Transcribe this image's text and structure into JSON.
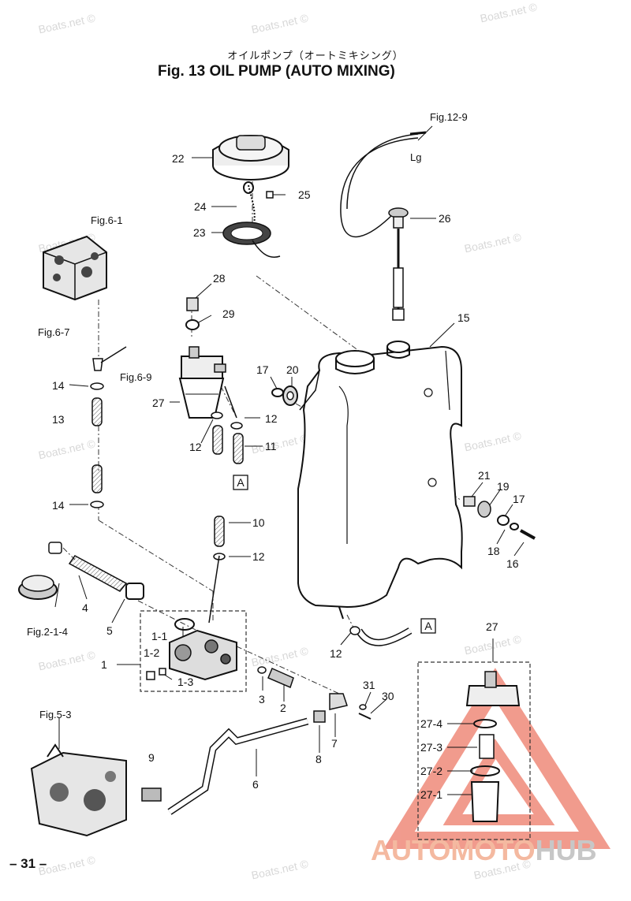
{
  "title_jp": "オイルポンプ（オートミキシング）",
  "title_en": "Fig. 13    OIL PUMP   (AUTO MIXING)",
  "page_number": "– 31 –",
  "watermark": "Boats.net ©",
  "brand": {
    "part1": "AUTOMOTO",
    "part2": "HUB"
  },
  "refs": {
    "fig12_9": "Fig.12-9",
    "lg": "Lg",
    "fig6_1": "Fig.6-1",
    "fig6_7": "Fig.6-7",
    "fig6_9": "Fig.6-9",
    "fig2_1_4": "Fig.2-1-4",
    "fig5_3": "Fig.5-3",
    "boxA": "A"
  },
  "callouts": {
    "c22": "22",
    "c25": "25",
    "c24": "24",
    "c23": "23",
    "c26": "26",
    "c28": "28",
    "c29": "29",
    "c15": "15",
    "c17a": "17",
    "c20": "20",
    "c14a": "14",
    "c13": "13",
    "c27a": "27",
    "c12a": "12",
    "c12b": "12",
    "c11": "11",
    "c21": "21",
    "c19": "19",
    "c17b": "17",
    "c14b": "14",
    "c10": "10",
    "c18": "18",
    "c16": "16",
    "c12c": "12",
    "c4": "4",
    "c5": "5",
    "c1_1": "1-1",
    "c1_2": "1-2",
    "c1": "1",
    "c1_3": "1-3",
    "c12d": "12",
    "c27b": "27",
    "c3": "3",
    "c2": "2",
    "c31": "31",
    "c30": "30",
    "c27_4": "27-4",
    "c27_3": "27-3",
    "c27_2": "27-2",
    "c27_1": "27-1",
    "c9": "9",
    "c6": "6",
    "c8": "8",
    "c7": "7"
  }
}
